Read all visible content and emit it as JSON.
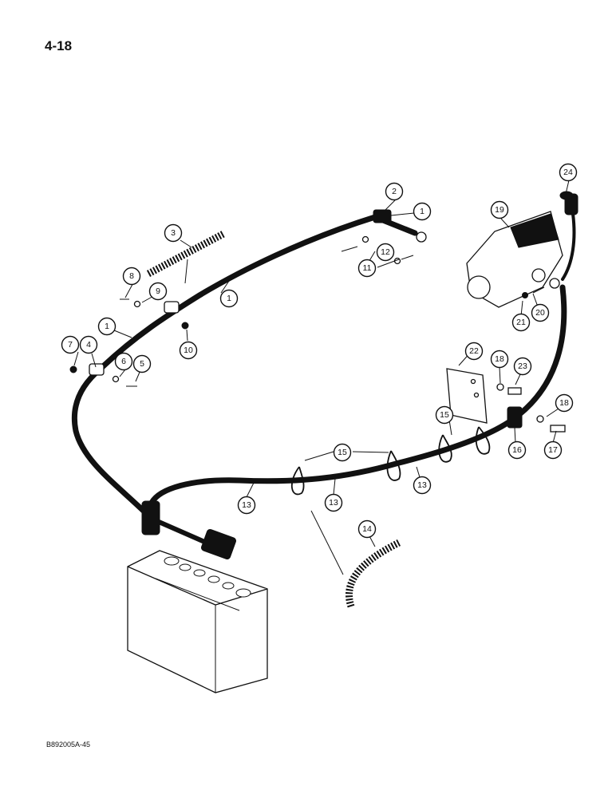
{
  "page": {
    "number": "4-18",
    "drawing_code": "B892005A-45"
  },
  "callouts": [
    "1",
    "1",
    "1",
    "2",
    "3",
    "4",
    "5",
    "6",
    "7",
    "8",
    "9",
    "10",
    "11",
    "12",
    "13",
    "13",
    "13",
    "14",
    "15",
    "15",
    "16",
    "17",
    "18",
    "18",
    "19",
    "20",
    "21",
    "22",
    "23",
    "24"
  ]
}
